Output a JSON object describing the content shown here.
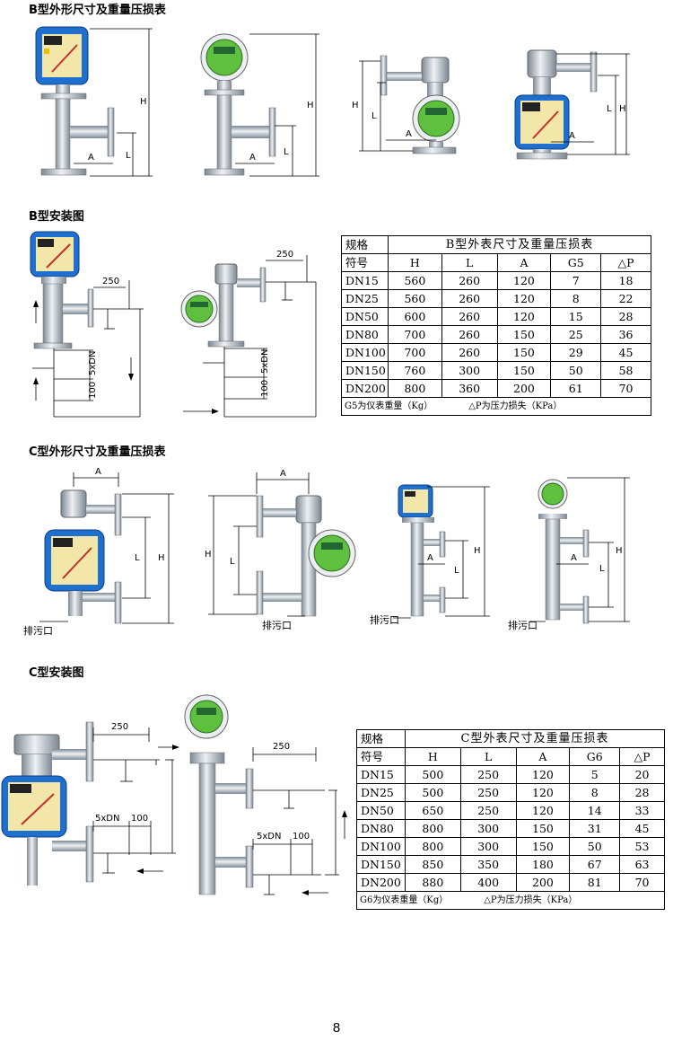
{
  "sections": {
    "b_dims": "B型外形尺寸及重量压损表",
    "b_install": "B型安装图",
    "c_dims": "C型外形尺寸及重量压损表",
    "c_install": "C型安装图"
  },
  "labels": {
    "H": "H",
    "L": "L",
    "A": "A",
    "dim250": "250",
    "dim100": "100",
    "dim5xdn": "5xDN",
    "drain": "排污口"
  },
  "table_b": {
    "h_spec": "规格",
    "title": "B型外表尺寸及重量压损表",
    "h_code": "符号",
    "columns": [
      "H",
      "L",
      "A",
      "G5",
      "△P"
    ],
    "rows": [
      [
        "DN15",
        "560",
        "260",
        "120",
        "7",
        "18"
      ],
      [
        "DN25",
        "560",
        "260",
        "120",
        "8",
        "22"
      ],
      [
        "DN50",
        "600",
        "260",
        "120",
        "15",
        "28"
      ],
      [
        "DN80",
        "700",
        "260",
        "150",
        "25",
        "36"
      ],
      [
        "DN100",
        "700",
        "260",
        "150",
        "29",
        "45"
      ],
      [
        "DN150",
        "760",
        "300",
        "150",
        "50",
        "58"
      ],
      [
        "DN200",
        "800",
        "360",
        "200",
        "61",
        "70"
      ]
    ],
    "note1": "G5为仪表重量（Kg）",
    "note2": "△P为压力损失（KPa）"
  },
  "table_c": {
    "h_spec": "规格",
    "title": "C型外表尺寸及重量压损表",
    "h_code": "符号",
    "columns": [
      "H",
      "L",
      "A",
      "G6",
      "△P"
    ],
    "rows": [
      [
        "DN15",
        "500",
        "250",
        "120",
        "5",
        "20"
      ],
      [
        "DN25",
        "500",
        "250",
        "120",
        "8",
        "28"
      ],
      [
        "DN50",
        "650",
        "250",
        "120",
        "14",
        "33"
      ],
      [
        "DN80",
        "800",
        "300",
        "150",
        "31",
        "45"
      ],
      [
        "DN100",
        "800",
        "300",
        "150",
        "50",
        "53"
      ],
      [
        "DN150",
        "850",
        "350",
        "180",
        "67",
        "63"
      ],
      [
        "DN200",
        "880",
        "400",
        "200",
        "81",
        "70"
      ]
    ],
    "note1": "G6为仪表重量（Kg）",
    "note2": "△P为压力损失（KPa）"
  },
  "page_number": "8"
}
